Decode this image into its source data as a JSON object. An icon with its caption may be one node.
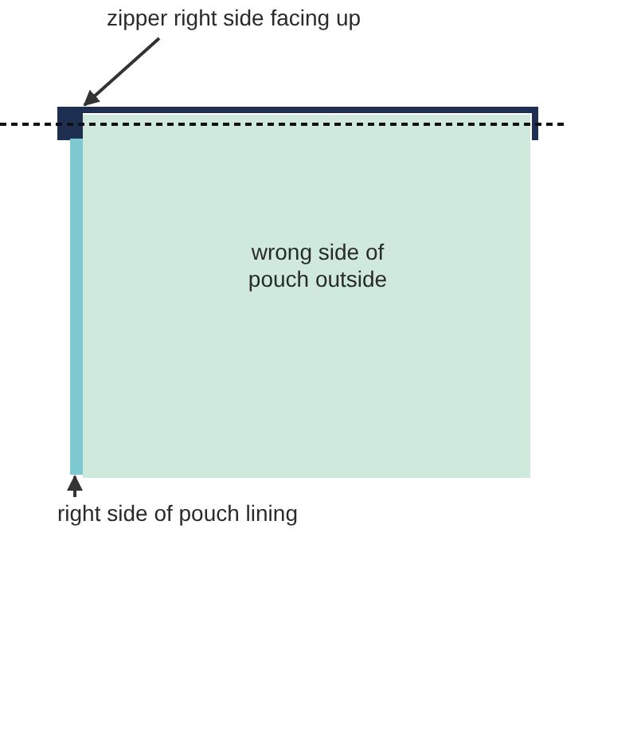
{
  "diagram": {
    "nodes": [
      {
        "text": [
          "zipper right side facing up"
        ]
      },
      {
        "text": [],
        "shape": "bar"
      },
      {
        "text": [
          "wrong side of pouch outside"
        ]
      },
      {
        "text": [],
        "shape": "bar"
      },
      {
        "text": [
          "right side of pouch lining"
        ]
      }
    ],
    "edges": [
      {
        "from": 0,
        "to": 1,
        "arrow": "to"
      },
      {
        "from": 4,
        "to": 3,
        "arrow": "to"
      }
    ]
  }
}
